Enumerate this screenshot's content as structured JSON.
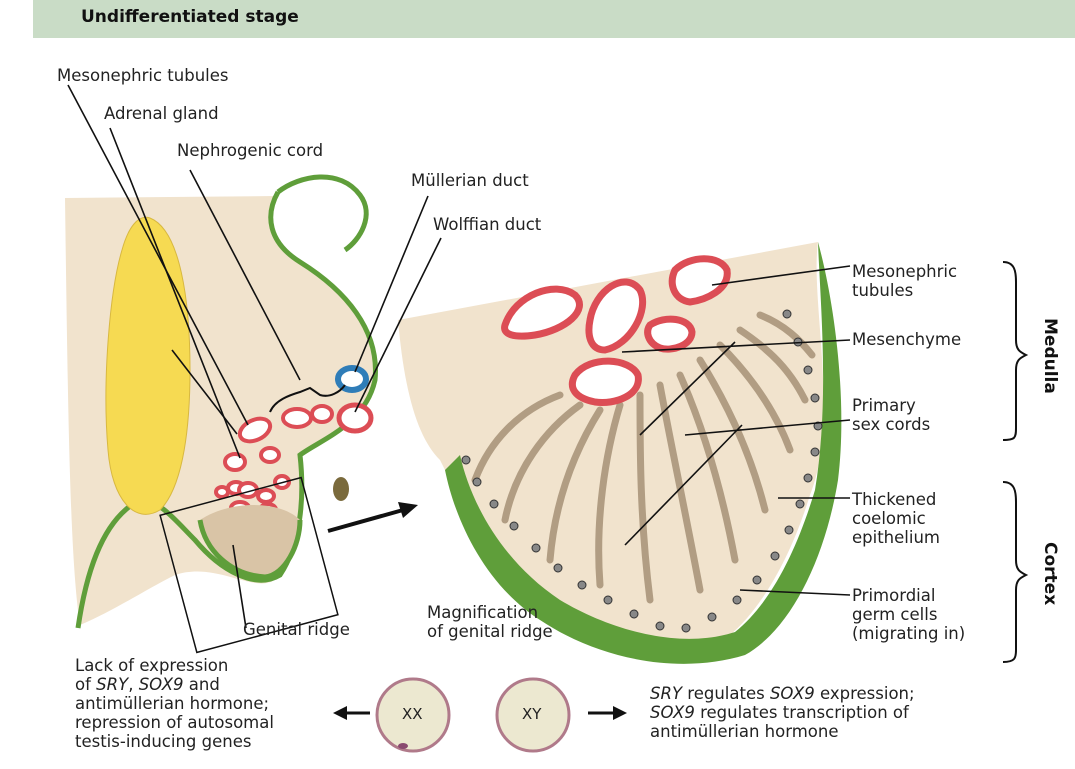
{
  "header": {
    "title": "Undifferentiated stage"
  },
  "labels": {
    "mesonephric_tubules": "Mesonephric tubules",
    "adrenal_gland": "Adrenal gland",
    "nephrogenic_cord": "Nephrogenic cord",
    "mullerian_duct": "Müllerian duct",
    "wolffian_duct": "Wolffian duct",
    "genital_ridge": "Genital ridge",
    "magnification": "Magnification\nof genital ridge",
    "mag_mesonephric_tubules": "Mesonephric\ntubules",
    "mesenchyme": "Mesenchyme",
    "primary_sex_cords": "Primary\nsex cords",
    "thickened_epithelium": "Thickened\ncoelomic\nepithelium",
    "primordial_germ_cells": "Primordial\ngerm cells\n(migrating in)",
    "medulla": "Medulla",
    "cortex": "Cortex"
  },
  "cells": {
    "xx": "XX",
    "xy": "XY"
  },
  "notes": {
    "xx_left": {
      "line1": "Lack of expression",
      "line2_prefix": "of ",
      "sry": "SRY",
      "comma": ", ",
      "sox9": "SOX9",
      "line2_suffix": " and",
      "line3": "antimüllerian hormone;",
      "line4": "repression of autosomal",
      "line5": "testis-inducing genes"
    },
    "xy_right": {
      "sry": "SRY",
      "mid1": " regulates ",
      "sox9a": "SOX9",
      "end1": " expression;",
      "sox9b": "SOX9",
      "mid2": " regulates transcription of",
      "line3": "antimüllerian hormone"
    }
  },
  "colors": {
    "tissue": "#f1e3cd",
    "epithelium": "#5f9e3a",
    "tubule": "#dc4d55",
    "mullerian": "#2f7db8",
    "adrenal": "#f6da52",
    "cords": "#b19d83"
  }
}
